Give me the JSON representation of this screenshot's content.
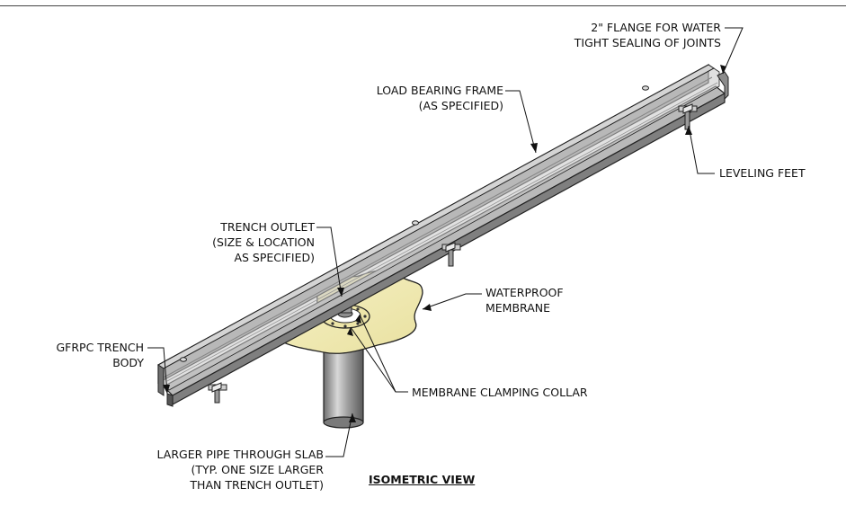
{
  "labels": {
    "flange": [
      "2\" FLANGE FOR WATER",
      "TIGHT SEALING OF JOINTS"
    ],
    "frame": [
      "LOAD BEARING FRAME",
      "(AS SPECIFIED)"
    ],
    "feet": [
      "LEVELING FEET"
    ],
    "outlet": [
      "TRENCH OUTLET",
      "(SIZE & LOCATION",
      "AS SPECIFIED)"
    ],
    "membrane": [
      "WATERPROOF",
      "MEMBRANE"
    ],
    "body": [
      "GFRPC TRENCH",
      "BODY"
    ],
    "collar": [
      "MEMBRANE CLAMPING COLLAR"
    ],
    "pipe": [
      "LARGER PIPE THROUGH SLAB",
      "(TYP. ONE SIZE LARGER",
      "THAN TRENCH OUTLET)"
    ]
  },
  "view_title": "ISOMETRIC VIEW",
  "colors": {
    "membrane": "#f2ecb8",
    "collar": "#e0d98a",
    "pipe": "#9c9c9c",
    "trench": "#8a8a8a",
    "trench_dark": "#555555",
    "line": "#111111"
  }
}
